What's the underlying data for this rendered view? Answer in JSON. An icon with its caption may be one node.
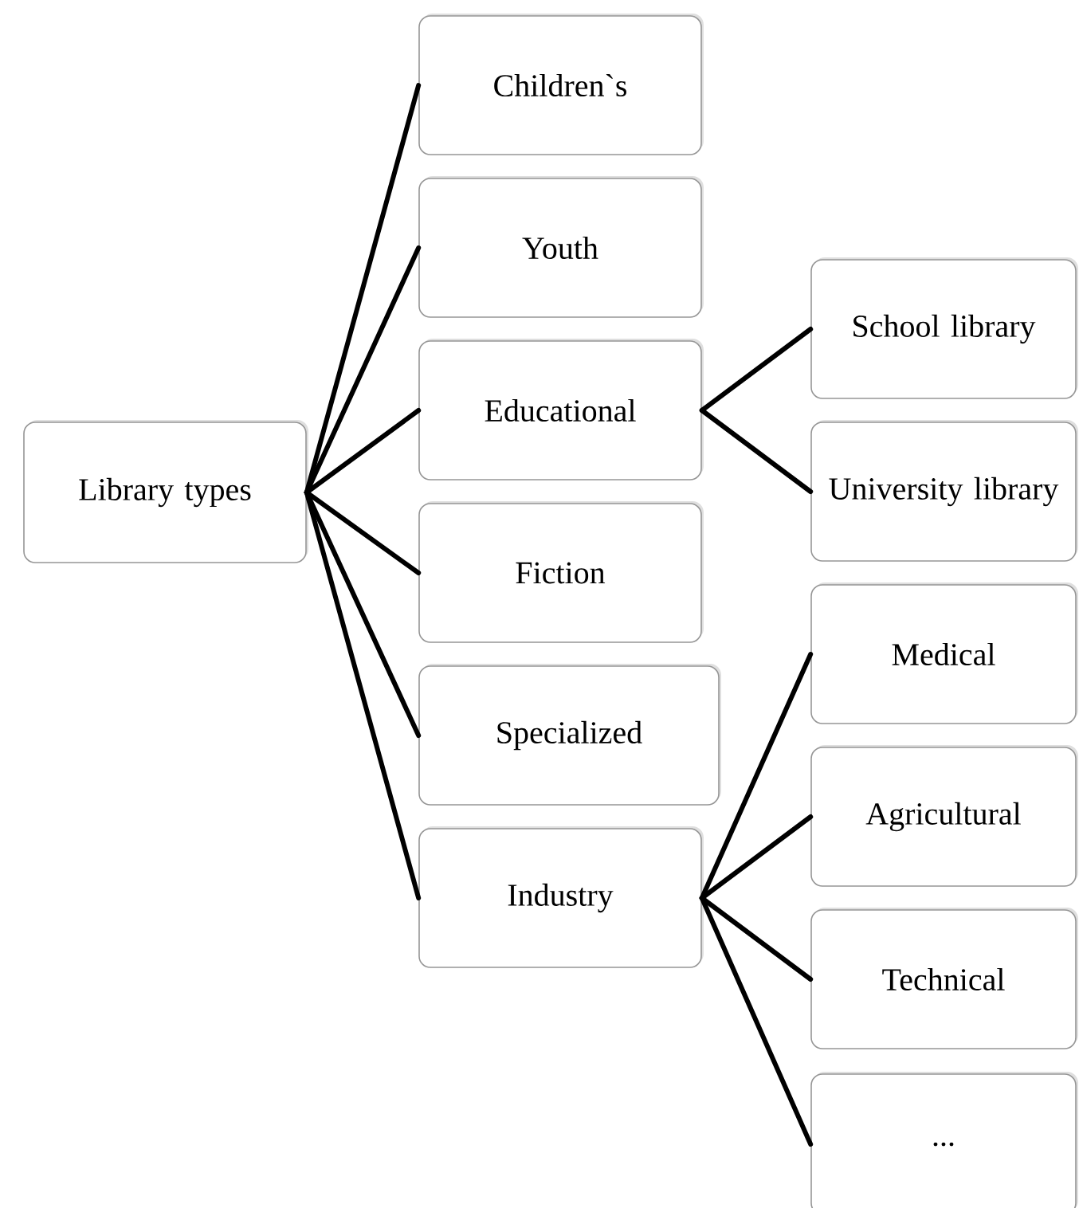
{
  "diagram": {
    "nodes": [
      {
        "text": [
          "Library types"
        ]
      },
      {
        "text": [
          "Children`s"
        ]
      },
      {
        "text": [
          "Youth"
        ]
      },
      {
        "text": [
          "Educational"
        ]
      },
      {
        "text": [
          "Fiction"
        ]
      },
      {
        "text": [
          "Specialized"
        ]
      },
      {
        "text": [
          "Industry"
        ]
      },
      {
        "text": [
          "School library"
        ]
      },
      {
        "text": [
          "University library"
        ]
      },
      {
        "text": [
          "Medical"
        ]
      },
      {
        "text": [
          "Agricultural"
        ]
      },
      {
        "text": [
          "Technical"
        ]
      },
      {
        "text": [
          "..."
        ]
      }
    ],
    "edges": [
      {
        "from": 0,
        "to": 1,
        "arrow": "none"
      },
      {
        "from": 0,
        "to": 2,
        "arrow": "none"
      },
      {
        "from": 0,
        "to": 3,
        "arrow": "none"
      },
      {
        "from": 0,
        "to": 4,
        "arrow": "none"
      },
      {
        "from": 0,
        "to": 5,
        "arrow": "none"
      },
      {
        "from": 0,
        "to": 6,
        "arrow": "none"
      },
      {
        "from": 3,
        "to": 7,
        "arrow": "none"
      },
      {
        "from": 3,
        "to": 8,
        "arrow": "none"
      },
      {
        "from": 6,
        "to": 9,
        "arrow": "none"
      },
      {
        "from": 6,
        "to": 10,
        "arrow": "none"
      },
      {
        "from": 6,
        "to": 11,
        "arrow": "none"
      },
      {
        "from": 6,
        "to": 12,
        "arrow": "none"
      }
    ]
  }
}
